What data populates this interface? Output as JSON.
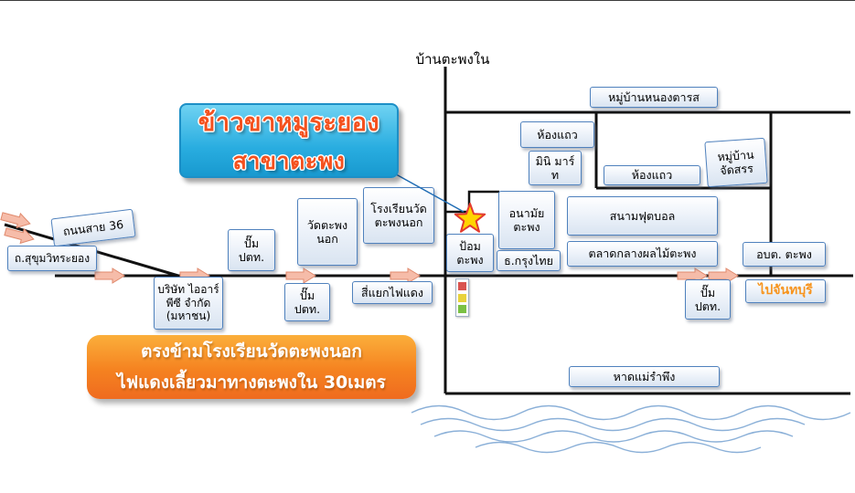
{
  "colors": {
    "box_border": "#4f81bd",
    "box_fill_bottom": "#d9e4f1",
    "road": "#111111",
    "title_box_bg": "#29ade0",
    "title_text": "#f4511e",
    "banner_bg": "#f58220",
    "banner_text": "#ffffff",
    "arrow_fill": "#f6bca9",
    "arrow_stroke": "#e08a6d",
    "star_fill": "#ffd500",
    "star_stroke": "#e23a2e",
    "wave": "#7fa8d4",
    "chanthaburi_text": "#f7941d",
    "traffic_red": "#d9534f",
    "traffic_yellow": "#e8d23c",
    "traffic_green": "#7ac143"
  },
  "title_box": {
    "line1": "ข้าวขาหมูระยอง",
    "line2": "สาขาตะพง"
  },
  "directions_box": {
    "line1": "ตรงข้ามโรงเรียนวัดตะพงนอก",
    "line2": "ไฟแดงเลี้ยวมาทางตะพงใน 30เมตร"
  },
  "places": {
    "ban_taphong_nai": "บ้านตะพงใน",
    "nong_taros_village": "หมู่บ้านหนองตารส",
    "row_houses_1": "ห้องแถว",
    "mini_mart": "มินิ มาร์ท",
    "row_houses_2": "ห้องแถว",
    "chatsan_village": "หมู่บ้าน จัดสรร",
    "route_36": "ถนนสาย 36",
    "sukhumvit_road": "ถ.สุขุมวิทระยอง",
    "ptt_station_left": "ปั๊ม ปตท.",
    "wat_taphong_nok": "วัดตะพง นอก",
    "wat_taphong_nok_school": "โรงเรียนวัด ตะพงนอก",
    "taphong_health_center": "อนามัย ตะพง",
    "football_field": "สนามฟุตบอล",
    "taphong_police_box": "ป้อม ตะพง",
    "krungthai_bank": "ธ.กรุงไทย",
    "taphong_fruit_market": "ตลาดกลางผลไม้ตะพง",
    "taphong_sao": "อบต. ตะพง",
    "irpc_company": "บริษัท ไออาร์ พีซี จำกัด (มหาชน)",
    "ptt_station_mid": "ปั๊ม ปตท.",
    "red_light_intersection": "สี่แยกไฟแดง",
    "ptt_station_right": "ปั๊ม ปตท.",
    "to_chanthaburi": "ไปจันทบุรี",
    "mae_ramphueng_beach": "หาดแม่รำพึง"
  }
}
